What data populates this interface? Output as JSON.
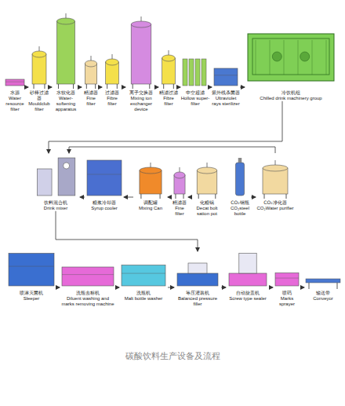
{
  "diagram": {
    "caption": "碳酸饮料生产设备及流程",
    "nodes": [
      {
        "text": [
          "水源",
          "Water resource filter"
        ]
      },
      {
        "text": [
          "砂棒过滤器",
          "Mouldclub filter"
        ]
      },
      {
        "text": [
          "水软化器",
          "Water-softening apparatus"
        ]
      },
      {
        "text": [
          "精滤器",
          "Fine filter"
        ]
      },
      {
        "text": [
          "过滤器",
          "Fibre filter"
        ]
      },
      {
        "text": [
          "离子交换器",
          "Mixing ion exchanger device"
        ]
      },
      {
        "text": [
          "精滤过滤",
          "Fibre filter"
        ]
      },
      {
        "text": [
          "中空超滤",
          "Hollow super-filter"
        ]
      },
      {
        "text": [
          "紫外线杀菌器",
          "Ultraviolet rays sterilizer"
        ]
      },
      {
        "text": [
          "冷饮机组",
          "Chilled drink machinery group"
        ]
      },
      {
        "text": [
          "饮料混合机",
          "Drink mixer"
        ]
      },
      {
        "text": [
          "糖浆冷却器",
          "Syrup cooler"
        ]
      },
      {
        "text": [
          "调配罐",
          "Mixing Can"
        ]
      },
      {
        "text": [
          "精滤器",
          "Fine filter"
        ]
      },
      {
        "text": [
          "化糖锅",
          "Decat bolt sation pot"
        ]
      },
      {
        "text": [
          "CO₂钢瓶",
          "CO₂steel bottle"
        ]
      },
      {
        "text": [
          "CO₂净化器",
          "CO₂Water purifier"
        ]
      },
      {
        "text": [
          "喷淋灭菌机",
          "Sleeper"
        ]
      },
      {
        "text": [
          "洗瓶去标机",
          "Diluent washing and marks removing machine"
        ]
      },
      {
        "text": [
          "洗瓶机",
          "Malt bottle washer"
        ]
      },
      {
        "text": [
          "等压灌装机",
          "Balanced pressure filler"
        ]
      },
      {
        "text": [
          "自动旋盖机",
          "Screw type sealer"
        ]
      },
      {
        "text": [
          "喷码",
          "Marks sprayer"
        ]
      },
      {
        "text": [
          "输送带",
          "Conveyor"
        ]
      }
    ],
    "edges": [
      {
        "from": 0,
        "to": 1,
        "arrow": "to"
      },
      {
        "from": 1,
        "to": 2,
        "arrow": "to"
      },
      {
        "from": 2,
        "to": 3,
        "arrow": "to"
      },
      {
        "from": 3,
        "to": 4,
        "arrow": "to"
      },
      {
        "from": 4,
        "to": 5,
        "arrow": "to"
      },
      {
        "from": 5,
        "to": 6,
        "arrow": "to"
      },
      {
        "from": 6,
        "to": 7,
        "arrow": "to"
      },
      {
        "from": 7,
        "to": 8,
        "arrow": "to"
      },
      {
        "from": 8,
        "to": 9,
        "arrow": "to"
      },
      {
        "from": 9,
        "to": 10,
        "arrow": "to"
      },
      {
        "from": 14,
        "to": 13,
        "arrow": "to"
      },
      {
        "from": 13,
        "to": 12,
        "arrow": "to"
      },
      {
        "from": 12,
        "to": 11,
        "arrow": "to"
      },
      {
        "from": 11,
        "to": 10,
        "arrow": "to"
      },
      {
        "from": 15,
        "to": 16,
        "arrow": "to"
      },
      {
        "from": 16,
        "to": 10,
        "arrow": "to"
      },
      {
        "from": 10,
        "to": 20,
        "arrow": "to"
      },
      {
        "from": 17,
        "to": 18,
        "arrow": "to"
      },
      {
        "from": 18,
        "to": 19,
        "arrow": "to"
      },
      {
        "from": 19,
        "to": 20,
        "arrow": "to"
      },
      {
        "from": 20,
        "to": 21,
        "arrow": "to"
      },
      {
        "from": 21,
        "to": 22,
        "arrow": "to"
      },
      {
        "from": 22,
        "to": 23,
        "arrow": "to"
      }
    ]
  }
}
